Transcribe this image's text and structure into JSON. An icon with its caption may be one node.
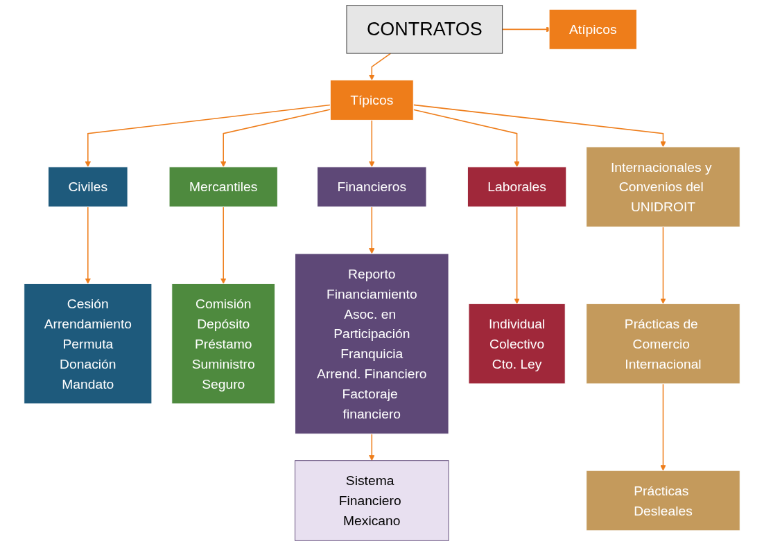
{
  "diagram": {
    "nodes": [
      {
        "text": [
          "CONTRATOS"
        ]
      },
      {
        "text": [
          "Atípicos"
        ]
      },
      {
        "text": [
          "Típicos"
        ]
      },
      {
        "text": [
          "Civiles"
        ]
      },
      {
        "text": [
          "Mercantiles"
        ]
      },
      {
        "text": [
          "Financieros"
        ]
      },
      {
        "text": [
          "Laborales"
        ]
      },
      {
        "text": [
          "Internacionales y Convenios del UNIDROIT"
        ]
      },
      {
        "text": [
          "Cesión",
          "Arrendamiento",
          "Permuta",
          "Donación",
          "Mandato"
        ]
      },
      {
        "text": [
          "Comisión",
          "Depósito",
          "Préstamo",
          "Suministro",
          "Seguro"
        ]
      },
      {
        "text": [
          "Reporto",
          "Financiamiento",
          "Asoc. en Participación",
          "Franquicia",
          "Arrend. Financiero",
          "Factoraje financiero"
        ]
      },
      {
        "text": [
          "Individual",
          "Colectivo",
          "Cto. Ley"
        ]
      },
      {
        "text": [
          "Prácticas de Comercio Internacional"
        ]
      },
      {
        "text": [
          "Prácticas Desleales"
        ]
      },
      {
        "text": [
          "Sistema Financiero Mexicano"
        ]
      }
    ],
    "edges": [
      {
        "from": 0,
        "to": 1,
        "arrow": "to"
      },
      {
        "from": 0,
        "to": 2,
        "arrow": "to"
      },
      {
        "from": 2,
        "to": 3,
        "arrow": "to"
      },
      {
        "from": 2,
        "to": 4,
        "arrow": "to"
      },
      {
        "from": 2,
        "to": 5,
        "arrow": "to"
      },
      {
        "from": 2,
        "to": 6,
        "arrow": "to"
      },
      {
        "from": 2,
        "to": 7,
        "arrow": "to"
      },
      {
        "from": 3,
        "to": 8,
        "arrow": "to"
      },
      {
        "from": 4,
        "to": 9,
        "arrow": "to"
      },
      {
        "from": 5,
        "to": 10,
        "arrow": "to"
      },
      {
        "from": 6,
        "to": 11,
        "arrow": "to"
      },
      {
        "from": 7,
        "to": 12,
        "arrow": "to"
      },
      {
        "from": 12,
        "to": 13,
        "arrow": "to"
      },
      {
        "from": 10,
        "to": 14,
        "arrow": "to"
      }
    ]
  }
}
